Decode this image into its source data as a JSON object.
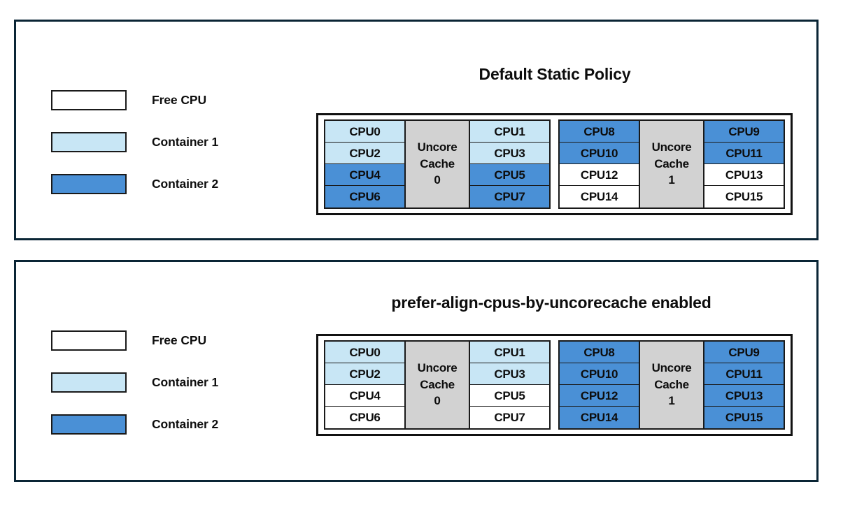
{
  "colors": {
    "free": "#ffffff",
    "container1": "#c8e6f5",
    "container2": "#4a90d6",
    "cache": "#d2d2d2",
    "panel_border": "#0a2535",
    "cell_border": "#1a1a1a"
  },
  "legend": {
    "items": [
      {
        "label": "Free CPU",
        "fill": "#ffffff"
      },
      {
        "label": "Container 1",
        "fill": "#c8e6f5"
      },
      {
        "label": "Container 2",
        "fill": "#4a90d6"
      }
    ]
  },
  "panels": [
    {
      "title": "Default Static Policy",
      "groups": [
        {
          "cache_lines": [
            "Uncore",
            "Cache",
            "0"
          ],
          "left_column": [
            {
              "label": "CPU0",
              "fill": "#c8e6f5"
            },
            {
              "label": "CPU2",
              "fill": "#c8e6f5"
            },
            {
              "label": "CPU4",
              "fill": "#4a90d6"
            },
            {
              "label": "CPU6",
              "fill": "#4a90d6"
            }
          ],
          "right_column": [
            {
              "label": "CPU1",
              "fill": "#c8e6f5"
            },
            {
              "label": "CPU3",
              "fill": "#c8e6f5"
            },
            {
              "label": "CPU5",
              "fill": "#4a90d6"
            },
            {
              "label": "CPU7",
              "fill": "#4a90d6"
            }
          ]
        },
        {
          "cache_lines": [
            "Uncore",
            "Cache",
            "1"
          ],
          "left_column": [
            {
              "label": "CPU8",
              "fill": "#4a90d6"
            },
            {
              "label": "CPU10",
              "fill": "#4a90d6"
            },
            {
              "label": "CPU12",
              "fill": "#ffffff"
            },
            {
              "label": "CPU14",
              "fill": "#ffffff"
            }
          ],
          "right_column": [
            {
              "label": "CPU9",
              "fill": "#4a90d6"
            },
            {
              "label": "CPU11",
              "fill": "#4a90d6"
            },
            {
              "label": "CPU13",
              "fill": "#ffffff"
            },
            {
              "label": "CPU15",
              "fill": "#ffffff"
            }
          ]
        }
      ]
    },
    {
      "title": "prefer-align-cpus-by-uncorecache enabled",
      "groups": [
        {
          "cache_lines": [
            "Uncore",
            "Cache",
            "0"
          ],
          "left_column": [
            {
              "label": "CPU0",
              "fill": "#c8e6f5"
            },
            {
              "label": "CPU2",
              "fill": "#c8e6f5"
            },
            {
              "label": "CPU4",
              "fill": "#ffffff"
            },
            {
              "label": "CPU6",
              "fill": "#ffffff"
            }
          ],
          "right_column": [
            {
              "label": "CPU1",
              "fill": "#c8e6f5"
            },
            {
              "label": "CPU3",
              "fill": "#c8e6f5"
            },
            {
              "label": "CPU5",
              "fill": "#ffffff"
            },
            {
              "label": "CPU7",
              "fill": "#ffffff"
            }
          ]
        },
        {
          "cache_lines": [
            "Uncore",
            "Cache",
            "1"
          ],
          "left_column": [
            {
              "label": "CPU8",
              "fill": "#4a90d6"
            },
            {
              "label": "CPU10",
              "fill": "#4a90d6"
            },
            {
              "label": "CPU12",
              "fill": "#4a90d6"
            },
            {
              "label": "CPU14",
              "fill": "#4a90d6"
            }
          ],
          "right_column": [
            {
              "label": "CPU9",
              "fill": "#4a90d6"
            },
            {
              "label": "CPU11",
              "fill": "#4a90d6"
            },
            {
              "label": "CPU13",
              "fill": "#4a90d6"
            },
            {
              "label": "CPU15",
              "fill": "#4a90d6"
            }
          ]
        }
      ]
    }
  ]
}
